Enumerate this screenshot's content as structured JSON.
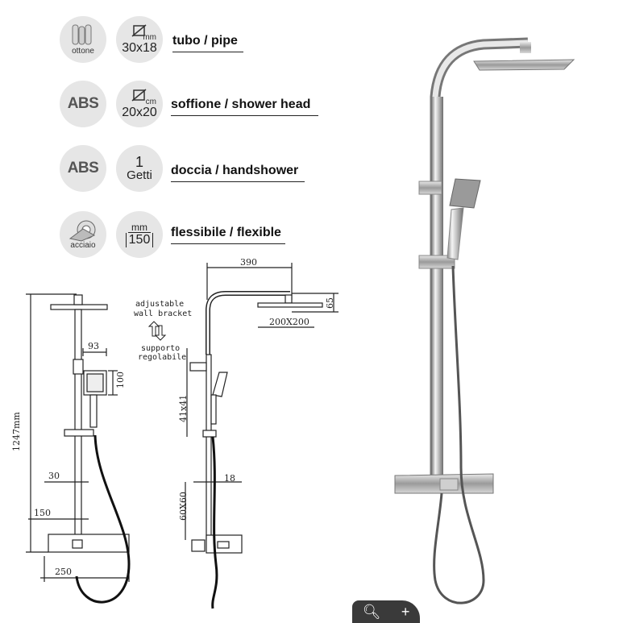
{
  "specs": [
    {
      "icon": "brass-tubes-icon",
      "icon_text": "ottone",
      "dim_unit": "mm",
      "dim_value": "30x18",
      "label": "tubo / pipe"
    },
    {
      "icon_text": "ABS",
      "dim_unit": "cm",
      "dim_value": "20x20",
      "label": "soffione / shower head"
    },
    {
      "icon_text": "ABS",
      "count_top": "1",
      "count_bottom": "Getti",
      "label": "doccia / handshower"
    },
    {
      "icon": "steel-hose-icon",
      "icon_text": "acciaio",
      "dim_unit": "mm",
      "dim_value": "150",
      "label": "flessibile / flexible"
    }
  ],
  "front_drawing": {
    "height": "1247mm",
    "hand_width": "93",
    "hand_height": "100",
    "pipe": "30",
    "mixer_center": "150",
    "mixer_width": "250"
  },
  "side_drawing": {
    "reach": "390",
    "head_drop": "65",
    "head_size": "200X200",
    "slider": "41x41",
    "pipe_depth": "18",
    "mixer_size": "60X60"
  },
  "bracket_note": {
    "en_line1": "adjustable",
    "en_line2": "wall bracket",
    "it_line1": "supporto",
    "it_line2": "regolabile"
  },
  "zoom": {
    "zoom_icon": "magnifier-icon",
    "plus_icon": "plus-icon"
  }
}
